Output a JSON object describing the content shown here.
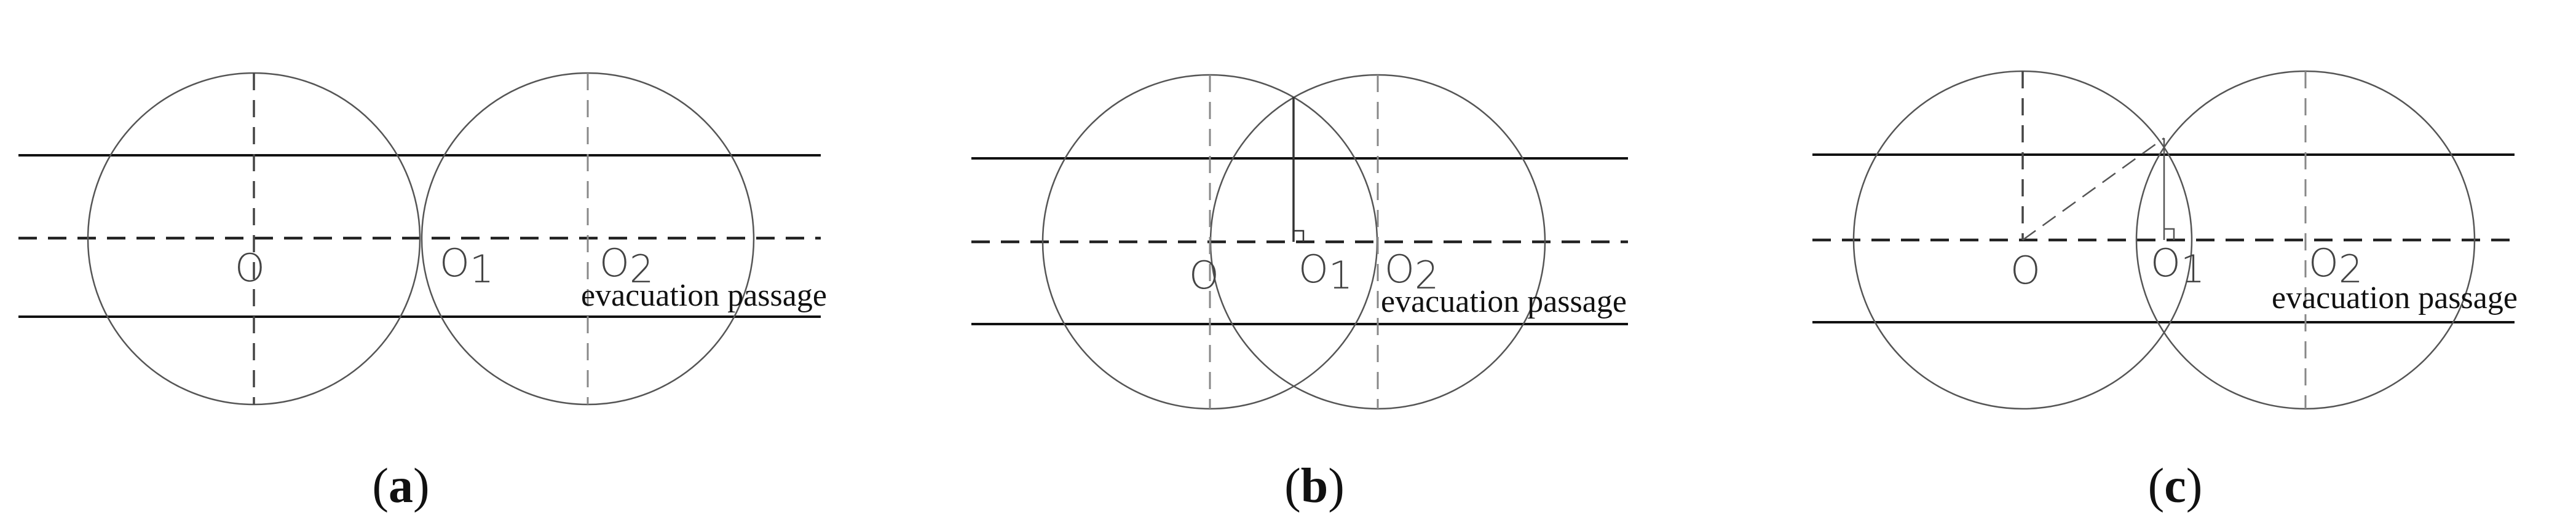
{
  "panels": [
    {
      "id": "a",
      "caption_open": "(",
      "caption_letter": "a",
      "caption_close": ")",
      "center_labels": [
        {
          "main": "O",
          "sub": ""
        },
        {
          "main": "O",
          "sub": "1"
        },
        {
          "main": "O",
          "sub": "2"
        }
      ],
      "passage_label": "evacuation passage"
    },
    {
      "id": "b",
      "caption_open": "(",
      "caption_letter": "b",
      "caption_close": ")",
      "center_labels": [
        {
          "main": "O",
          "sub": ""
        },
        {
          "main": "O",
          "sub": "1"
        },
        {
          "main": "O",
          "sub": "2"
        }
      ],
      "passage_label": "evacuation passage"
    },
    {
      "id": "c",
      "caption_open": "(",
      "caption_letter": "c",
      "caption_close": ")",
      "center_labels": [
        {
          "main": "O",
          "sub": ""
        },
        {
          "main": "O",
          "sub": "1"
        },
        {
          "main": "O",
          "sub": "2"
        }
      ],
      "passage_label": "evacuation passage"
    }
  ],
  "colors": {
    "circle_stroke": "#555555",
    "passage_line": "#111111",
    "center_dash": "#222222",
    "vertical_dash": "#777777"
  }
}
